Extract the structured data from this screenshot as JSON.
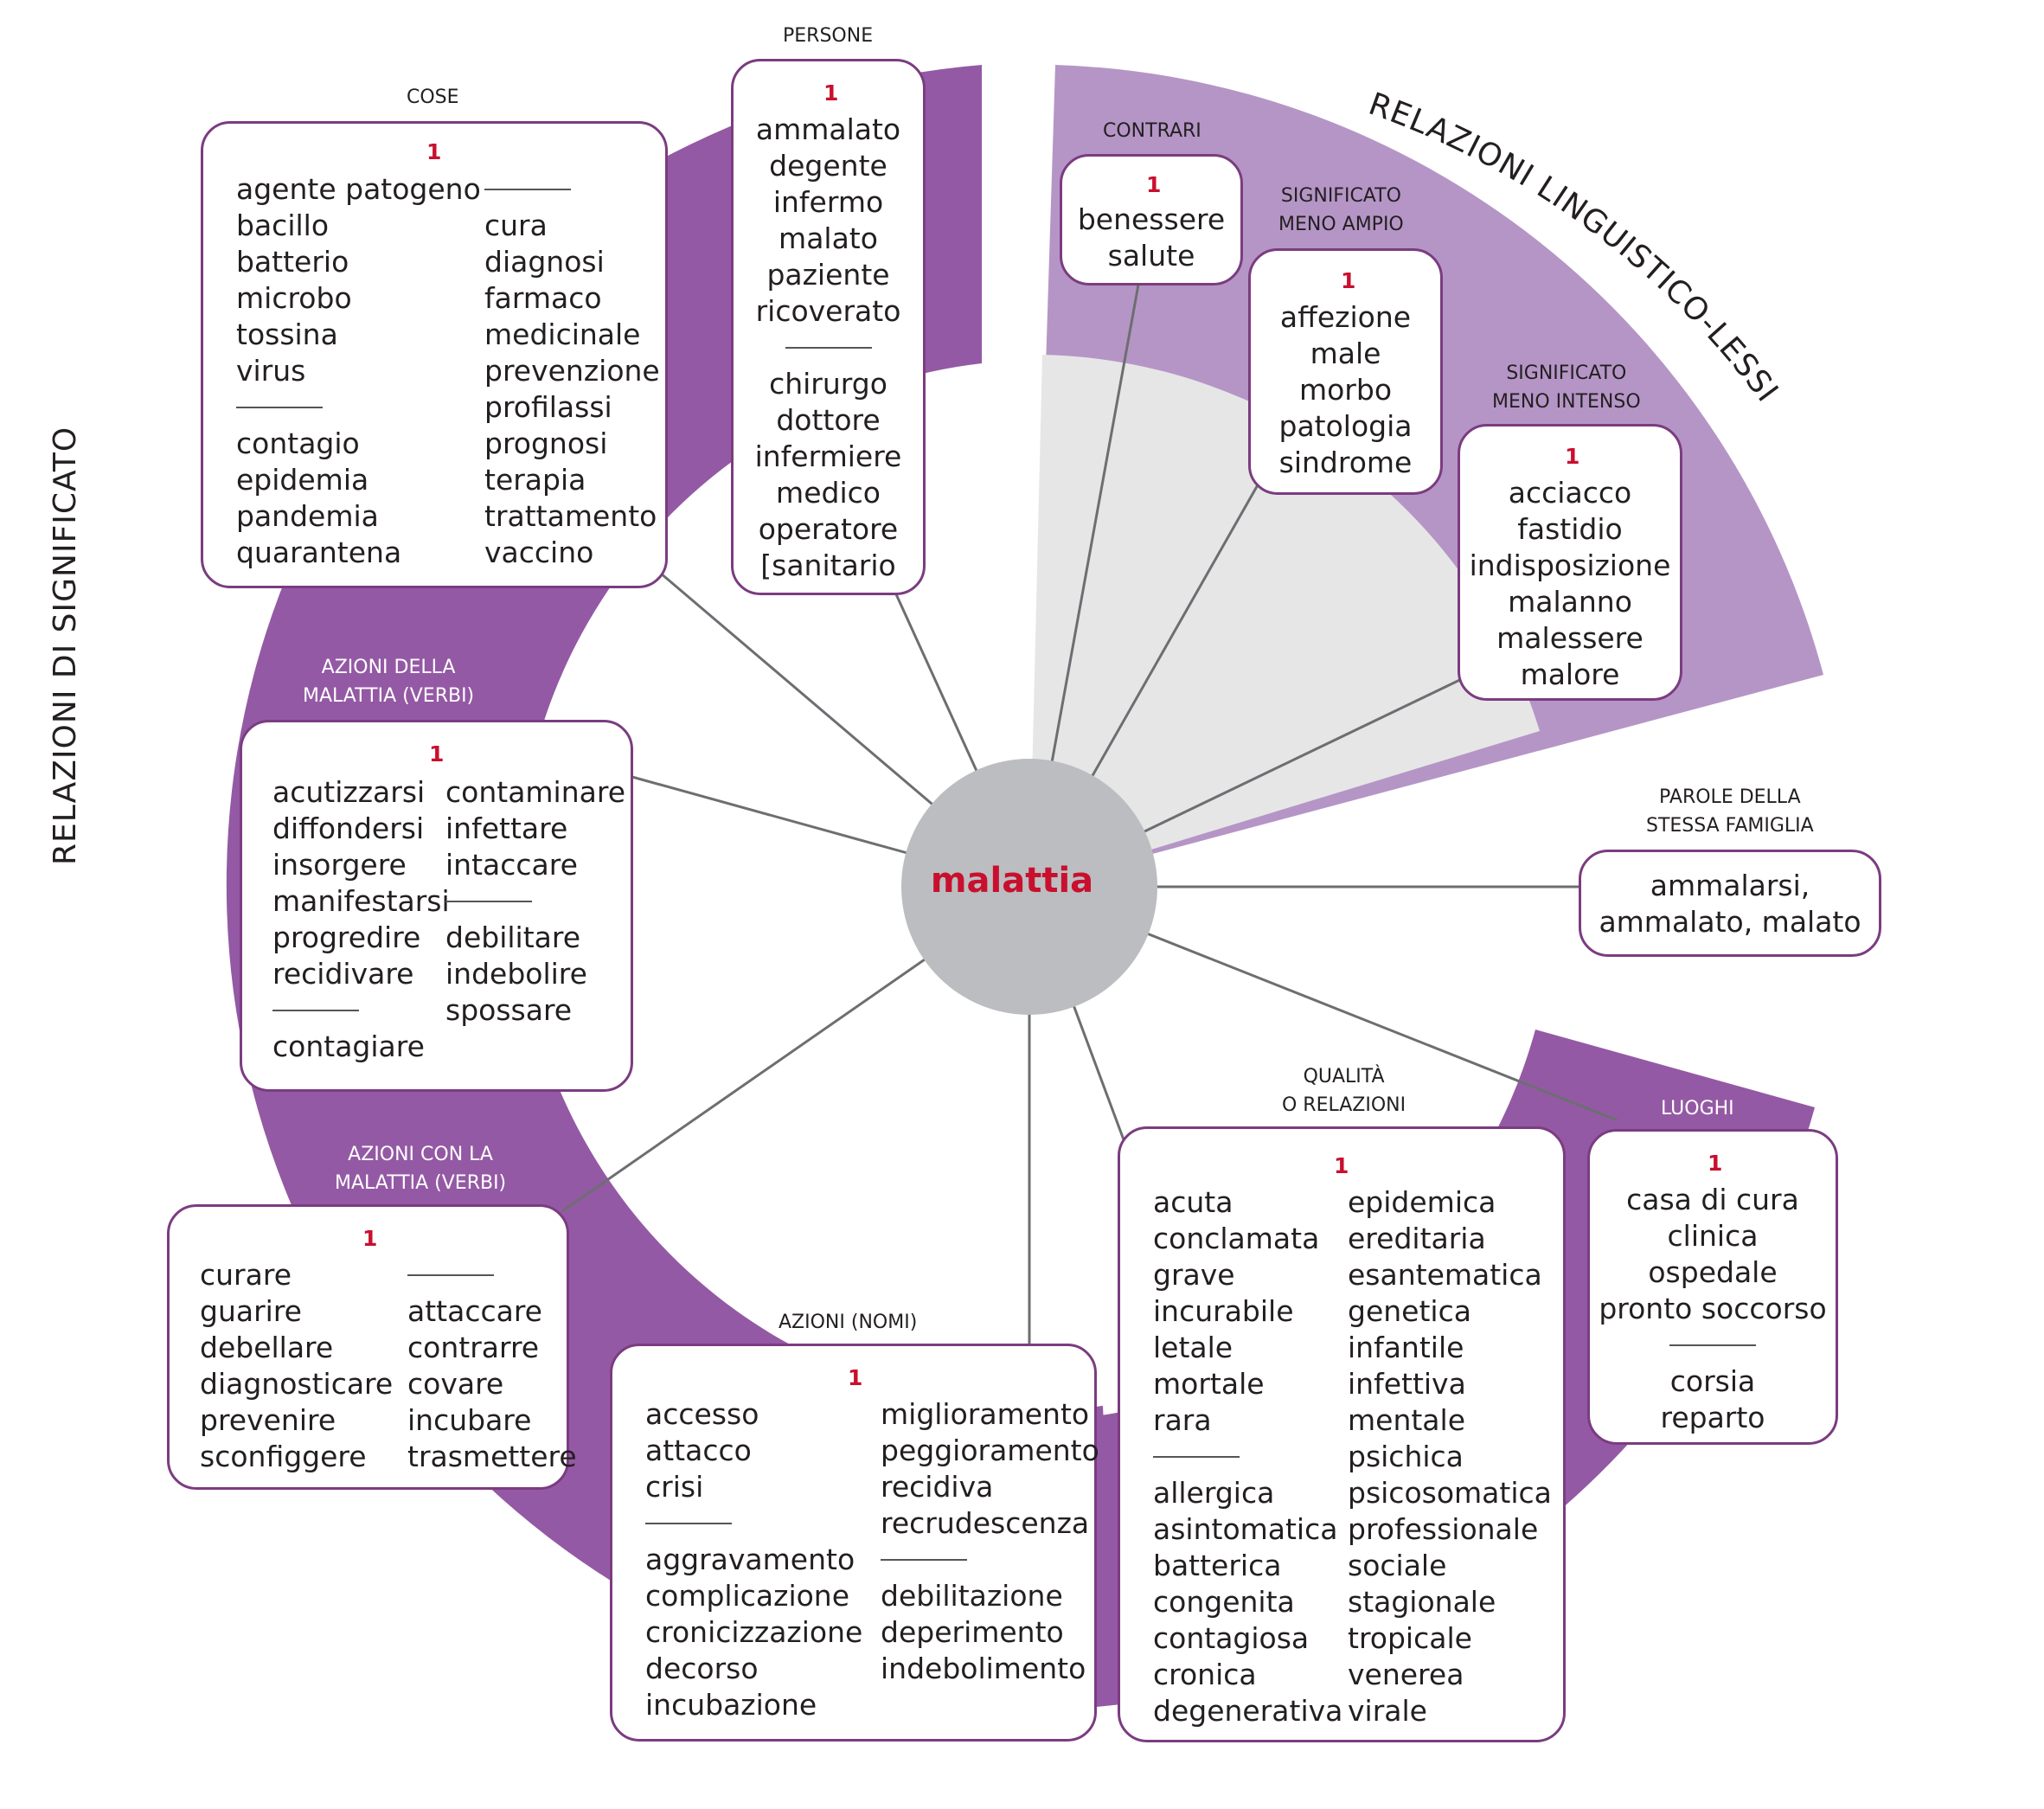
{
  "center": {
    "word": "malattia"
  },
  "arcs": {
    "left_title": "RELAZIONI DI SIGNIFICATO",
    "right_title": "RELAZIONI LINGUISTICO-LESSICALI"
  },
  "colors": {
    "purple": "#9459a4",
    "light_purple": "#b595c6",
    "light_gray": "#e6e6e7",
    "center_gray": "#bcbdc0",
    "accent_red": "#c8102e",
    "box_border": "#7b3c80"
  },
  "cose": {
    "label": "COSE",
    "num": "1",
    "col1a": [
      "agente patogeno",
      "bacillo",
      "batterio",
      "microbo",
      "tossina",
      "virus"
    ],
    "col1b": [
      "contagio",
      "epidemia",
      "pandemia",
      "quarantena"
    ],
    "col2": [
      "cura",
      "diagnosi",
      "farmaco",
      "medicinale",
      "prevenzione",
      "profilassi",
      "prognosi",
      "terapia",
      "trattamento",
      "vaccino"
    ]
  },
  "persone": {
    "label": "PERSONE",
    "num": "1",
    "a": [
      "ammalato",
      "degente",
      "infermo",
      "malato",
      "paziente",
      "ricoverato"
    ],
    "b": [
      "chirurgo",
      "dottore",
      "infermiere",
      "medico",
      "operatore",
      "[sanitario"
    ]
  },
  "contrari": {
    "label": "CONTRARI",
    "num": "1",
    "items": [
      "benessere",
      "salute"
    ]
  },
  "meno_ampio": {
    "label1": "SIGNIFICATO",
    "label2": "MENO AMPIO",
    "num": "1",
    "items": [
      "affezione",
      "male",
      "morbo",
      "patologia",
      "sindrome"
    ]
  },
  "meno_intenso": {
    "label1": "SIGNIFICATO",
    "label2": "MENO INTENSO",
    "num": "1",
    "items": [
      "acciacco",
      "fastidio",
      "indisposizione",
      "malanno",
      "malessere",
      "malore"
    ]
  },
  "famiglia": {
    "label1": "PAROLE DELLA",
    "label2": "STESSA FAMIGLIA",
    "items": [
      "ammalarsi,",
      "ammalato, malato"
    ]
  },
  "azioni_malattia": {
    "label1": "AZIONI DELLA",
    "label2": "MALATTIA (VERBI)",
    "num": "1",
    "col1a": [
      "acutizzarsi",
      "diffondersi",
      "insorgere",
      "manifestarsi",
      "progredire",
      "recidivare"
    ],
    "col1b": [
      "contagiare"
    ],
    "col2a": [
      "contaminare",
      "infettare",
      "intaccare"
    ],
    "col2b": [
      "debilitare",
      "indebolire",
      "spossare"
    ]
  },
  "azioni_con": {
    "label1": "AZIONI CON LA",
    "label2": "MALATTIA (VERBI)",
    "num": "1",
    "col1": [
      "curare",
      "guarire",
      "debellare",
      "diagnosticare",
      "prevenire",
      "sconfiggere"
    ],
    "col2": [
      "attaccare",
      "contrarre",
      "covare",
      "incubare",
      "trasmettere"
    ]
  },
  "azioni_nomi": {
    "label": "AZIONI (NOMI)",
    "num": "1",
    "col1a": [
      "accesso",
      "attacco",
      "crisi"
    ],
    "col1b": [
      "aggravamento",
      "complicazione",
      "cronicizzazione",
      "decorso",
      "incubazione"
    ],
    "col2a": [
      "miglioramento",
      "peggioramento",
      "recidiva",
      "recrudescenza"
    ],
    "col2b": [
      "debilitazione",
      "deperimento",
      "indebolimento"
    ]
  },
  "qualita": {
    "label1": "QUALITÀ",
    "label2": "O RELAZIONI",
    "num": "1",
    "col1a": [
      "acuta",
      "conclamata",
      "grave",
      "incurabile",
      "letale",
      "mortale",
      "rara"
    ],
    "col1b": [
      "allergica",
      "asintomatica",
      "batterica",
      "congenita",
      "contagiosa",
      "cronica",
      "degenerativa"
    ],
    "col2": [
      "epidemica",
      "ereditaria",
      "esantematica",
      "genetica",
      "infantile",
      "infettiva",
      "mentale",
      "psichica",
      "psicosomatica",
      "professionale",
      "sociale",
      "stagionale",
      "tropicale",
      "venerea",
      "virale"
    ]
  },
  "luoghi": {
    "label": "LUOGHI",
    "num": "1",
    "a": [
      "casa di cura",
      "clinica",
      "ospedale",
      "pronto soccorso"
    ],
    "b": [
      "corsia",
      "reparto"
    ]
  }
}
